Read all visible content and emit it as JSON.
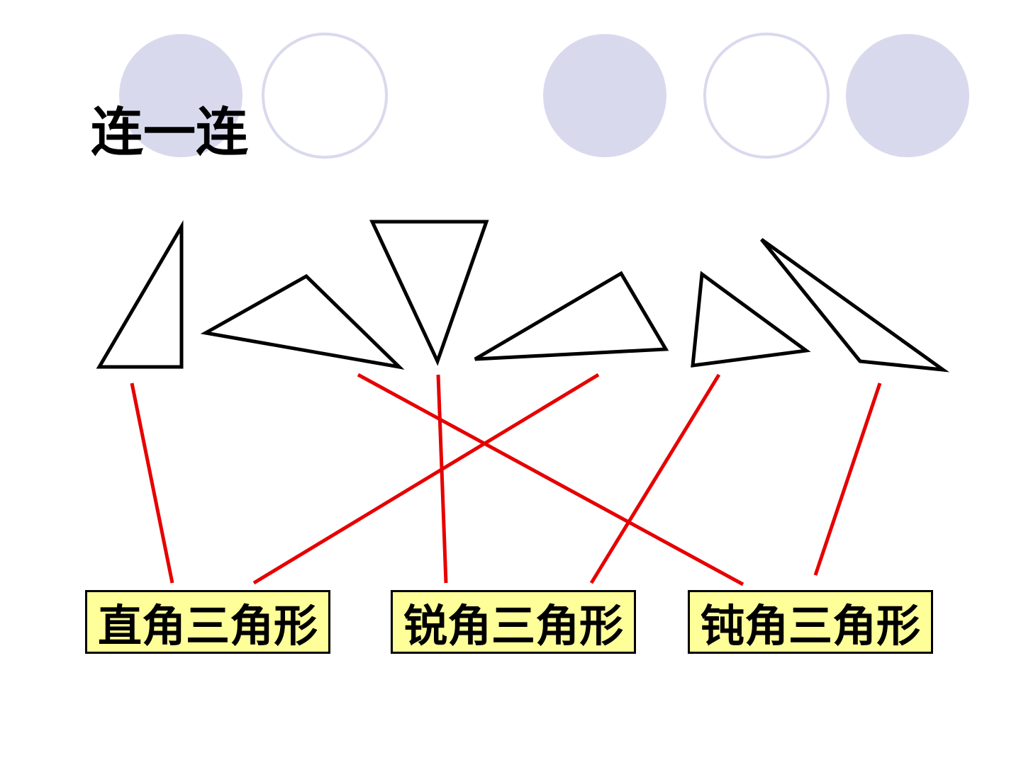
{
  "title": "连一连",
  "labels": {
    "right": "直角三角形",
    "acute": "锐角三角形",
    "obtuse": "钝角三角形"
  },
  "colors": {
    "circle_fill": "#d9d9ee",
    "circle_outline": "#d9d9ee",
    "triangle_stroke": "#000000",
    "connector": "#e60000",
    "label_fill": "#ffff99"
  },
  "connections": [
    {
      "triangle": 1,
      "label": "right"
    },
    {
      "triangle": 2,
      "label": "obtuse"
    },
    {
      "triangle": 3,
      "label": "acute"
    },
    {
      "triangle": 4,
      "label": "right"
    },
    {
      "triangle": 5,
      "label": "acute"
    },
    {
      "triangle": 6,
      "label": "obtuse"
    }
  ]
}
